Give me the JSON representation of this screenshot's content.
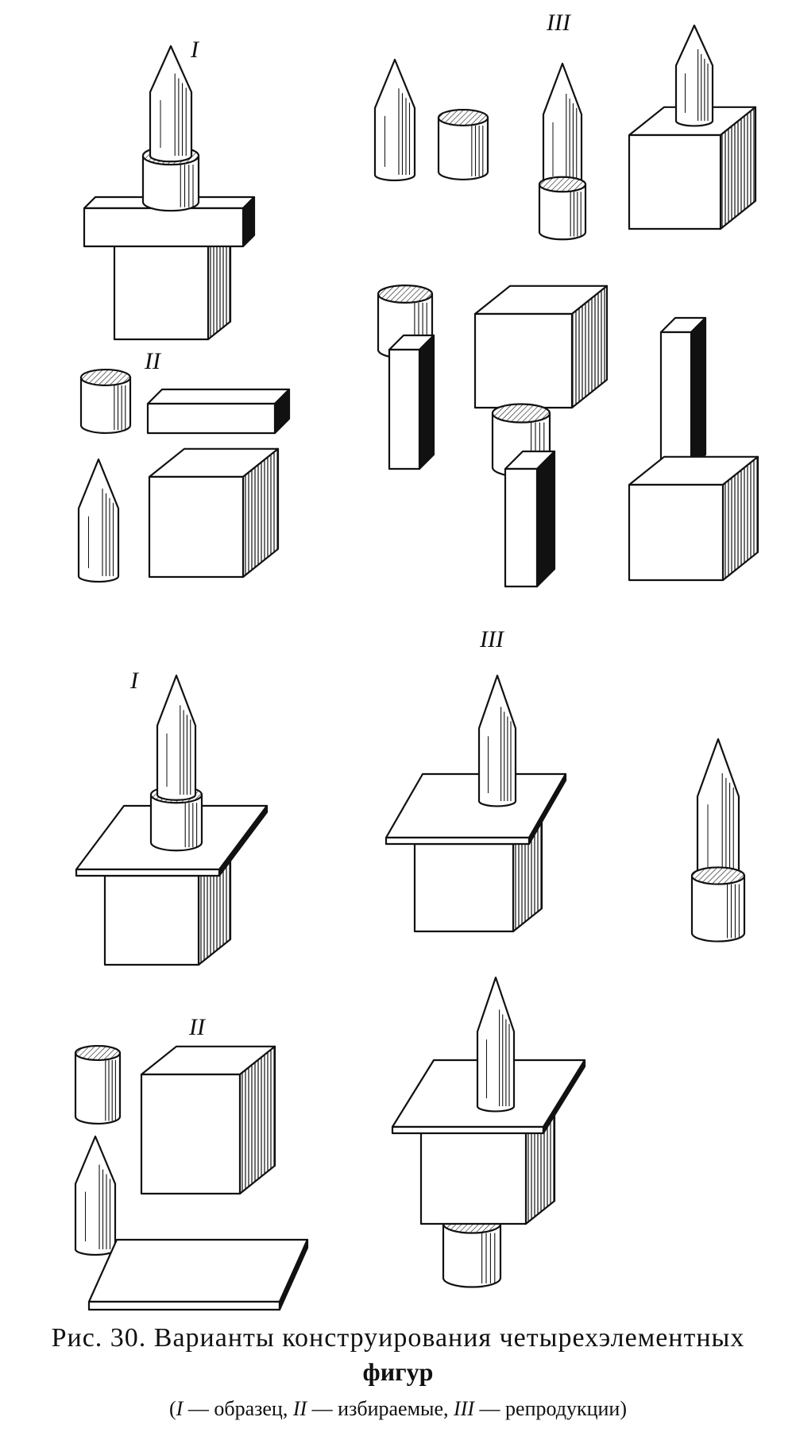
{
  "figure": {
    "labels": {
      "top_sample": "I",
      "top_chosen": "II",
      "top_repro": "III",
      "bottom_sample": "I",
      "bottom_chosen": "II",
      "bottom_repro": "III"
    }
  },
  "caption": {
    "line1": "Рис. 30. Варианты конструирования четырехэлементных",
    "line2": "фигур",
    "legend": {
      "open": "(",
      "k1": "I",
      "t1": " — образец, ",
      "k2": "II",
      "t2": " — избираемые, ",
      "k3": "III",
      "t3": " — репродукции)"
    }
  },
  "colors": {
    "ink": "#111111",
    "paper": "#ffffff"
  }
}
